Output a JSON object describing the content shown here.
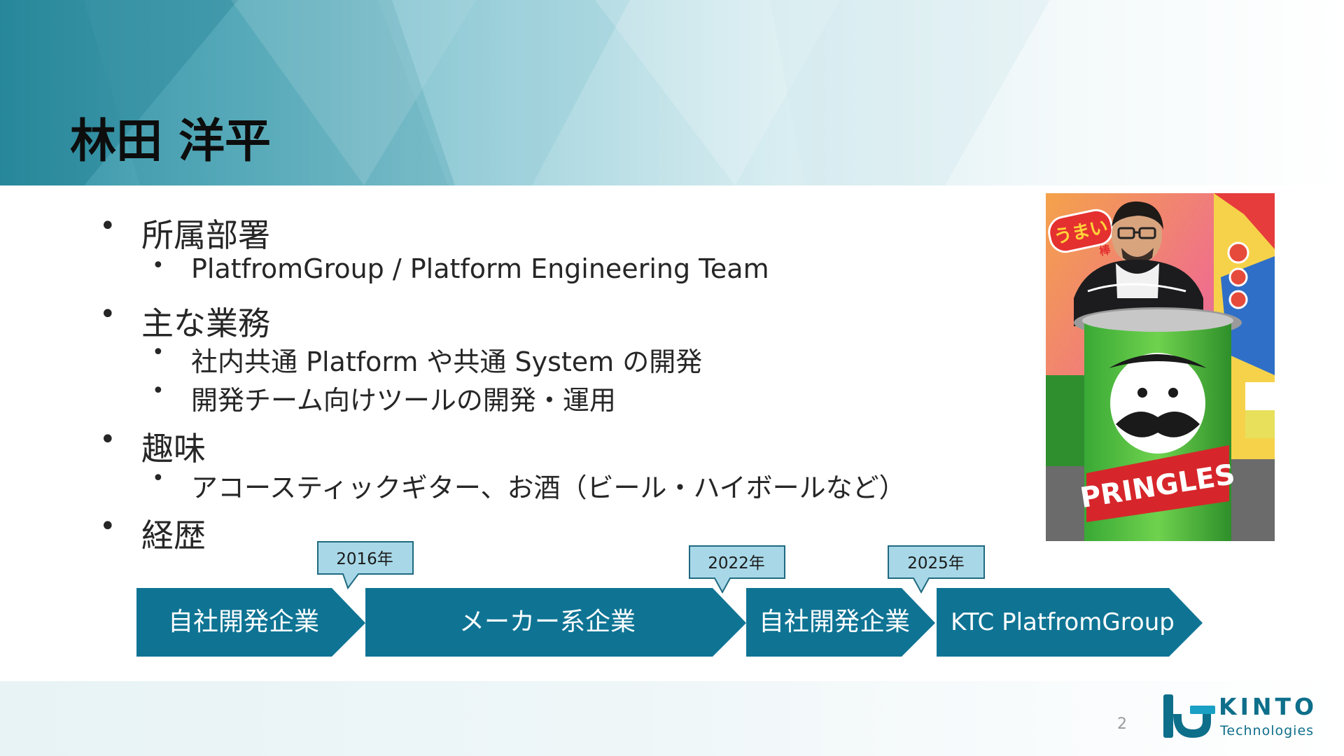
{
  "slide": {
    "title": "林田 洋平",
    "page_number": "2"
  },
  "bullets": {
    "department_label": "所属部署",
    "department_value": "PlatfromGroup / Platform Engineering Team",
    "duties_label": "主な業務",
    "duties_items": [
      "社内共通 Platform や共通 System の開発",
      "開発チーム向けツールの開発・運用"
    ],
    "hobby_label": "趣味",
    "hobby_value": "アコースティックギター、お酒（ビール・ハイボールなど）",
    "career_label": "経歴"
  },
  "timeline": {
    "stages": [
      "自社開発企業",
      "メーカー系企業",
      "自社開発企業",
      "KTC PlatfromGroup"
    ],
    "years": [
      "2016年",
      "2022年",
      "2025年"
    ],
    "colors": {
      "arrow": "#0f7494",
      "callout_fill": "#a8d8e8",
      "callout_stroke": "#1f6a80"
    }
  },
  "photo": {
    "sign_text": "うまい",
    "sign_sub": "棒",
    "can_text": "PRINGLES"
  },
  "logo": {
    "name": "KINTO",
    "sub": "Technologies",
    "icon": "kinto-logo-icon"
  }
}
